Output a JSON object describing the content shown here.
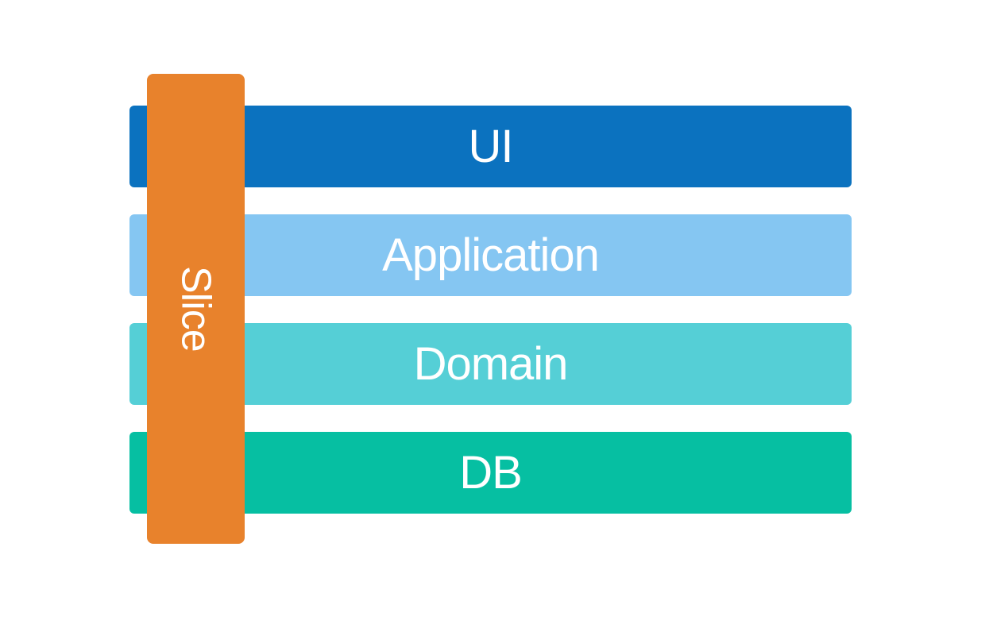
{
  "diagram": {
    "background": "#ffffff",
    "text_color": "#ffffff",
    "slice": {
      "label": "Slice",
      "color": "#E8822C"
    },
    "layers": [
      {
        "label": "UI",
        "color": "#0B72BF"
      },
      {
        "label": "Application",
        "color": "#85C6F2"
      },
      {
        "label": "Domain",
        "color": "#55CFD6"
      },
      {
        "label": "DB",
        "color": "#06BFA2"
      }
    ]
  }
}
